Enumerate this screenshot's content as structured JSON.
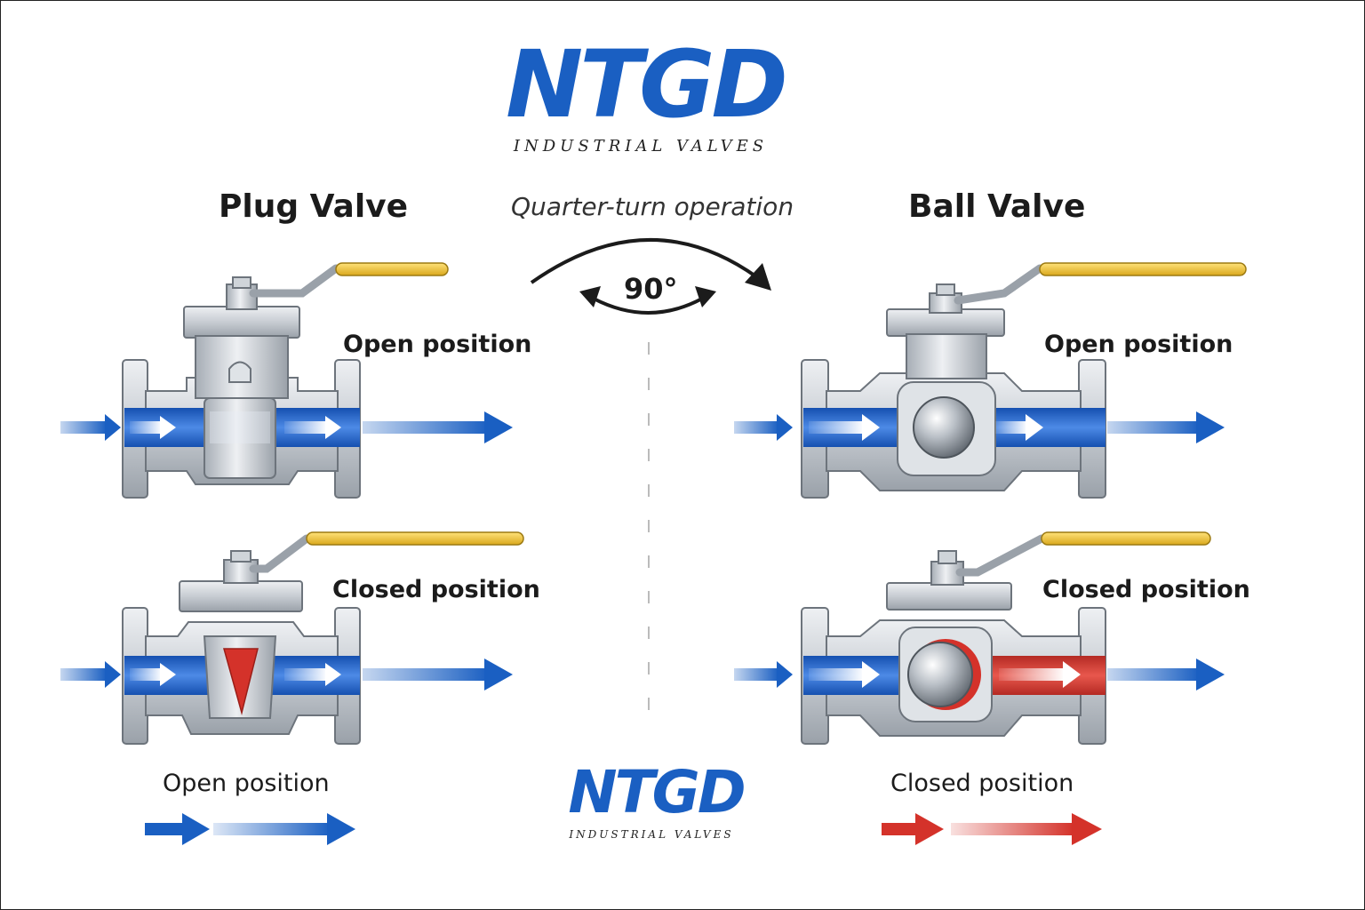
{
  "logo_top": {
    "brand": "NTGD",
    "tagline": "INDUSTRIAL VALVES"
  },
  "logo_bottom": {
    "brand": "NTGD",
    "tagline": "INDUSTRIAL VALVES"
  },
  "operation": {
    "label": "Quarter-turn operation",
    "angle": "90°"
  },
  "plug_valve": {
    "title": "Plug Valve",
    "open_label": "Open position",
    "closed_label": "Closed position"
  },
  "ball_valve": {
    "title": "Ball Valve",
    "open_label": "Open position",
    "closed_label": "Closed position"
  },
  "legend": {
    "open_label": "Open position",
    "closed_label": "Closed position"
  },
  "colors": {
    "flow_blue": "#1a5fc2",
    "blocked_red": "#d4322a",
    "handle_yellow": "#f2c230",
    "steel": "#c9ced4"
  },
  "icons": {
    "flow": "arrow-right-icon",
    "rotation": "curved-arrow-icon"
  }
}
